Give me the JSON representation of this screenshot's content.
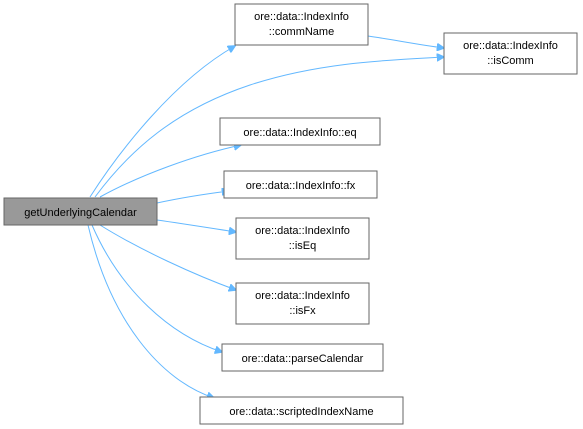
{
  "nodes": {
    "root": {
      "label": "getUnderlyingCalendar"
    },
    "commName": {
      "line1": "ore::data::IndexInfo",
      "line2": "::commName"
    },
    "isComm": {
      "line1": "ore::data::IndexInfo",
      "line2": "::isComm"
    },
    "eq": {
      "label": "ore::data::IndexInfo::eq"
    },
    "fx": {
      "label": "ore::data::IndexInfo::fx"
    },
    "isEq": {
      "line1": "ore::data::IndexInfo",
      "line2": "::isEq"
    },
    "isFx": {
      "line1": "ore::data::IndexInfo",
      "line2": "::isFx"
    },
    "parseCalendar": {
      "label": "ore::data::parseCalendar"
    },
    "scriptedIndexName": {
      "label": "ore::data::scriptedIndexName"
    }
  },
  "colors": {
    "edge": "#63b8ff",
    "root_fill": "#999999",
    "node_border": "#666666"
  }
}
